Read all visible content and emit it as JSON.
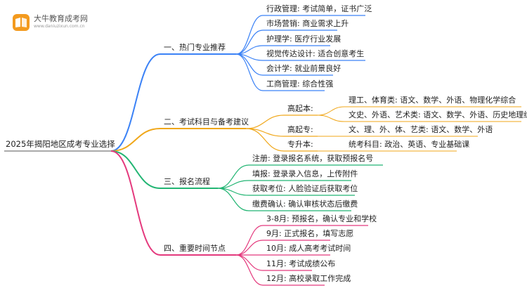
{
  "logo": {
    "name": "大牛教育成考网",
    "url": "www.daniuzixun.com.cn"
  },
  "root": "2025年揭阳地区成考专业选择",
  "branches": [
    {
      "label": "一、热门专业推荐",
      "color": "#3b82f6",
      "children": [
        {
          "label": "行政管理: 考试简单，证书广泛"
        },
        {
          "label": "市场营销: 商业需求上升"
        },
        {
          "label": "护理学: 医疗行业发展"
        },
        {
          "label": "视觉传达设计: 适合创意考生"
        },
        {
          "label": "会计学: 就业前景良好"
        },
        {
          "label": "工商管理: 综合性强"
        }
      ]
    },
    {
      "label": "二、考试科目与备考建议",
      "color": "#f0a71a",
      "children": [
        {
          "label": "高起本:",
          "children": [
            {
              "label": "理工、体育类: 语文、数学、外语、物理化学综合"
            },
            {
              "label": "文史、外语、艺术类: 语文、数学、外语、历史地理综合"
            }
          ]
        },
        {
          "label": "高起专:",
          "children": [
            {
              "label": "文、理、外、体、艺类: 语文、数学、外语"
            }
          ]
        },
        {
          "label": "专升本:",
          "children": [
            {
              "label": "统考科目: 政治、英语、专业基础课"
            }
          ]
        }
      ]
    },
    {
      "label": "三、报名流程",
      "color": "#22b573",
      "children": [
        {
          "label": "注册: 登录报名系统，获取预报名号"
        },
        {
          "label": "填报: 登录录入信息，上传附件"
        },
        {
          "label": "获取考位: 人脸验证后获取考位"
        },
        {
          "label": "缴费确认: 确认审核状态后缴费"
        }
      ]
    },
    {
      "label": "四、重要时间节点",
      "color": "#e4397d",
      "children": [
        {
          "label": "3-8月: 预报名，确认专业和学校"
        },
        {
          "label": "9月: 正式报名，填写志愿"
        },
        {
          "label": "10月: 成人高考考试时间"
        },
        {
          "label": "11月: 考试成绩公布"
        },
        {
          "label": "12月: 高校录取工作完成"
        }
      ]
    }
  ]
}
